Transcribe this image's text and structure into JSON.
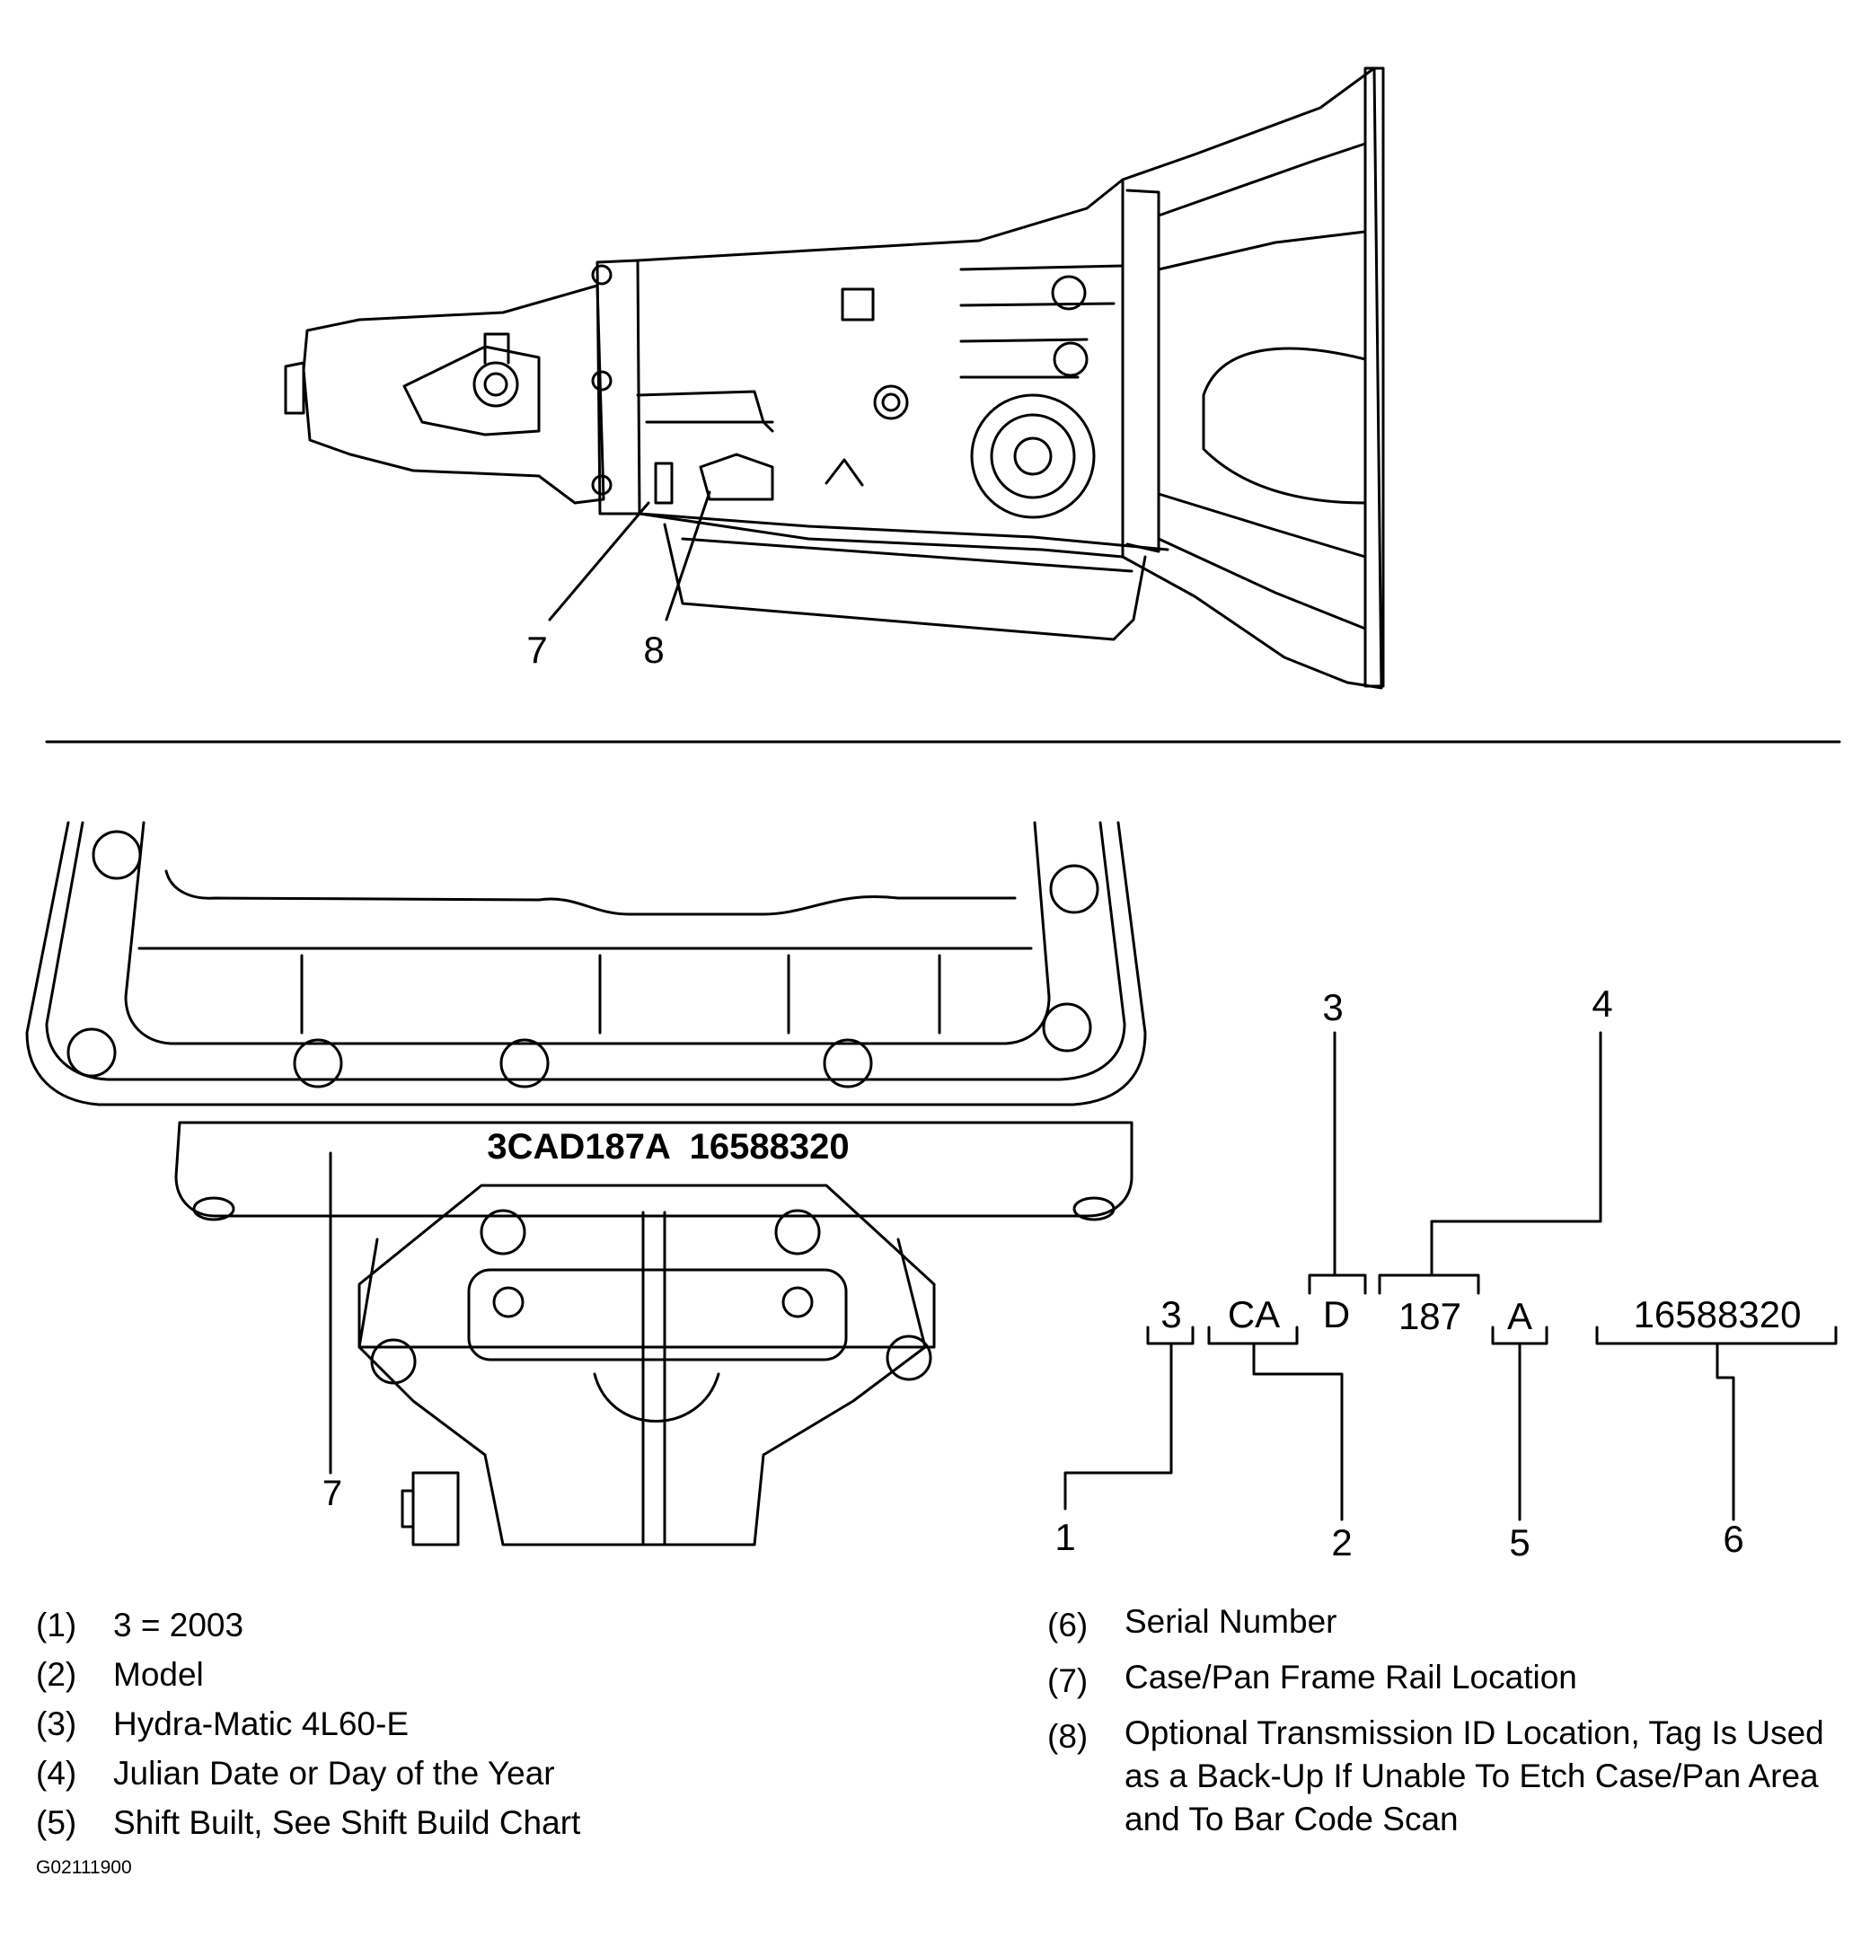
{
  "top_view": {
    "callouts": {
      "c7": "7",
      "c8": "8"
    }
  },
  "pan_view": {
    "etched_code": "3CAD187A  16588320",
    "callout_7": "7"
  },
  "code_breakdown": {
    "segments": {
      "s1": "3",
      "s2": "CA",
      "s3": "D",
      "s4": "187",
      "s5": "A",
      "s6": "16588320"
    },
    "callouts": {
      "n1": "1",
      "n2": "2",
      "n3": "3",
      "n4": "4",
      "n5": "5",
      "n6": "6"
    }
  },
  "legend_left": [
    {
      "num": "(1)",
      "text": "3 = 2003"
    },
    {
      "num": "(2)",
      "text": "Model"
    },
    {
      "num": "(3)",
      "text": "Hydra-Matic 4L60-E"
    },
    {
      "num": "(4)",
      "text": "Julian Date or Day of the Year"
    },
    {
      "num": "(5)",
      "text": "Shift Built, See Shift Build Chart"
    }
  ],
  "legend_right": [
    {
      "num": "(6)",
      "text": "Serial Number"
    },
    {
      "num": "(7)",
      "text": "Case/Pan Frame Rail Location"
    },
    {
      "num": "(8)",
      "text": "Optional Transmission ID Location, Tag Is Used as a Back-Up If Unable To Etch Case/Pan Area and To Bar Code Scan"
    }
  ],
  "figure_id": "G02111900"
}
